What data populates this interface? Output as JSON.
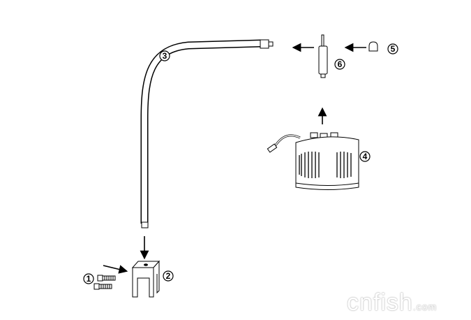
{
  "diagram": {
    "callouts": [
      "1",
      "2",
      "3",
      "4",
      "5",
      "6"
    ],
    "parts": [
      "screws",
      "bracket",
      "gooseneck-arm",
      "lamp-housing",
      "cap-nut",
      "connector-rod"
    ],
    "colors": {
      "line": "#000000",
      "background": "#ffffff"
    }
  },
  "watermark": {
    "main": "cnfish",
    "suffix": ".com"
  }
}
